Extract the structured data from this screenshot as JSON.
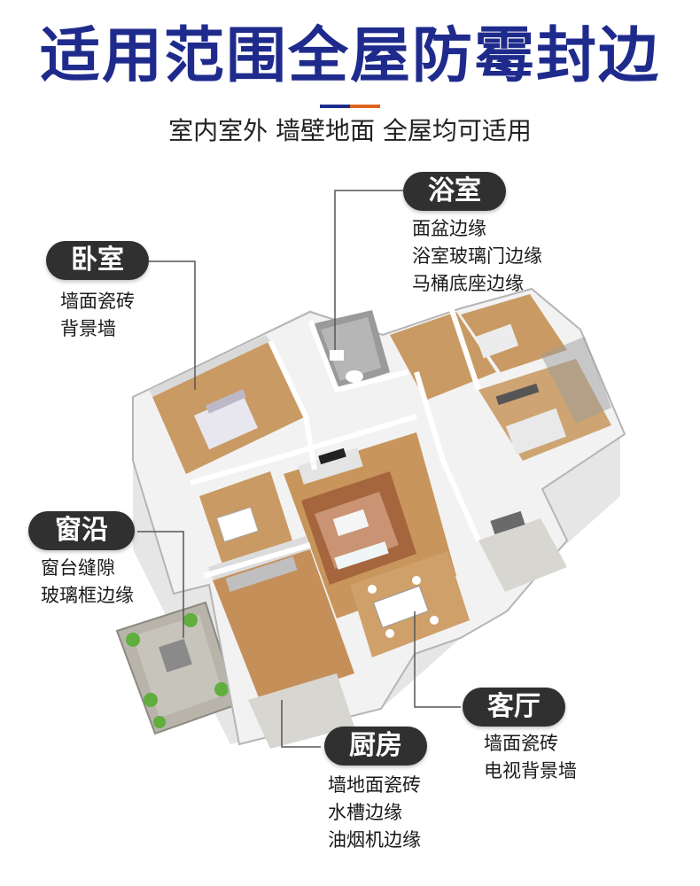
{
  "header": {
    "title": "适用范围全屋防霉封边",
    "subtitle": "室内室外 墙壁地面 全屋均可适用",
    "accent_left_color": "#1f2b8c",
    "accent_right_color": "#e0641e"
  },
  "rooms": {
    "bedroom": {
      "label": "卧室",
      "items": [
        "墙面瓷砖",
        "背景墙"
      ]
    },
    "bathroom": {
      "label": "浴室",
      "items": [
        "面盆边缘",
        "浴室玻璃门边缘",
        "马桶底座边缘"
      ]
    },
    "window": {
      "label": "窗沿",
      "items": [
        "窗台缝隙",
        "玻璃框边缘"
      ]
    },
    "living": {
      "label": "客厅",
      "items": [
        "墙面瓷砖",
        "电视背景墙"
      ]
    },
    "kitchen": {
      "label": "厨房",
      "items": [
        "墙地面瓷砖",
        "水槽边缘",
        "油烟机边缘"
      ]
    }
  },
  "colors": {
    "pill_bg": "#303030",
    "wall": "#f2f2f2",
    "wood_floor": "#c99a63",
    "tile_floor": "#d8d6d0",
    "balcony": "#b8b4aa",
    "leader_line": "#555555"
  }
}
